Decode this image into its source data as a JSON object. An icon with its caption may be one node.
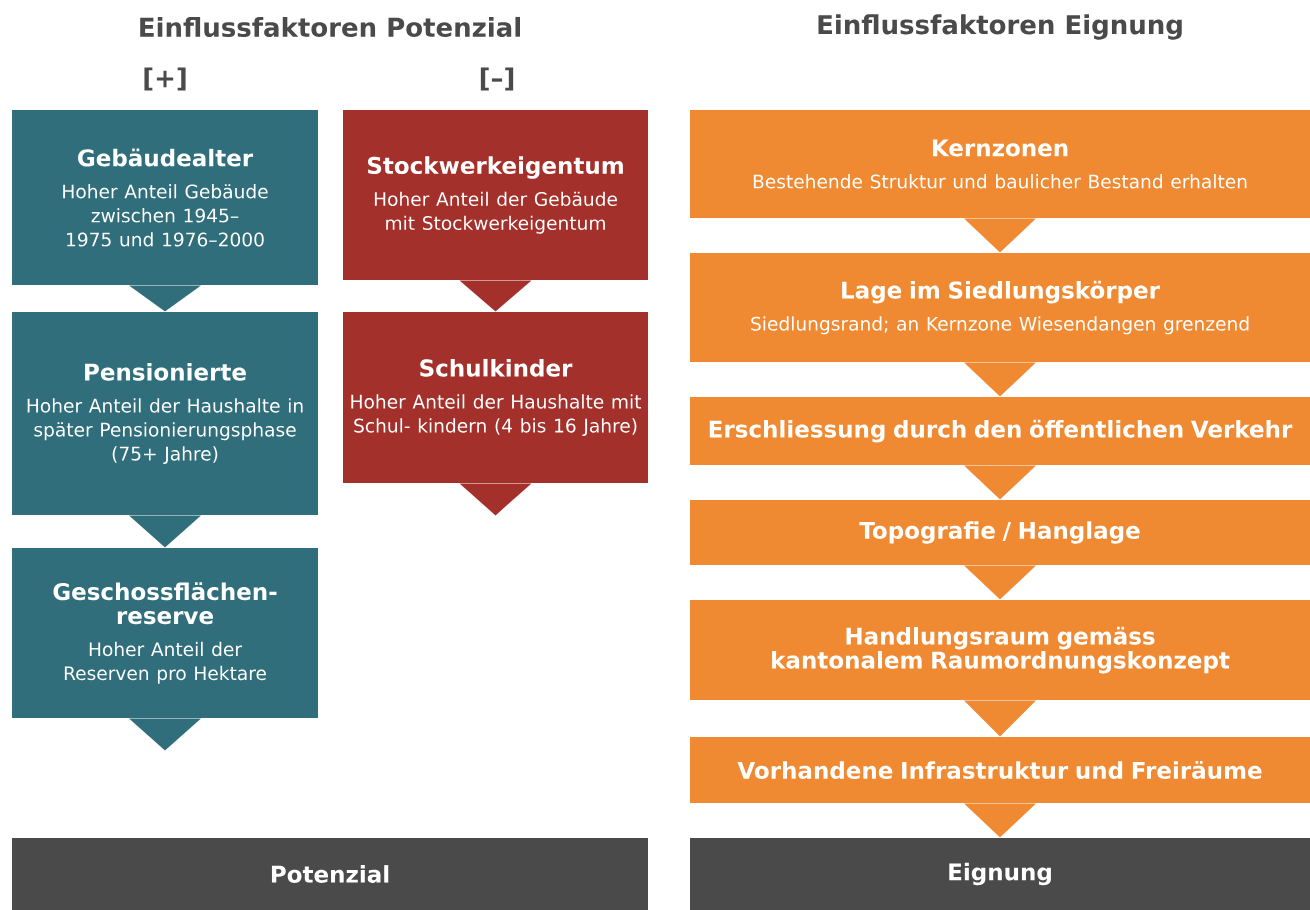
{
  "diagram": {
    "nodes": [
      {
        "text": [
          "Gebäudealter",
          "Hoher Anteil Gebäude zwischen 1945–1975 und 1976–2000"
        ]
      },
      {
        "text": [
          "Pensionierte",
          "Hoher Anteil der Haushalte in später Pensionierungsphase (75+ Jahre)"
        ]
      },
      {
        "text": [
          "Geschossflächen- reserve",
          "Hoher Anteil der Reserven pro Hektare"
        ]
      },
      {
        "text": [
          "Stockwerkeigentum",
          "Hoher Anteil der Gebäude mit Stockwerkeigentum"
        ]
      },
      {
        "text": [
          "Schulkinder",
          "Hoher Anteil der Haushalte mit Schul- kindern (4 bis 16 Jahre)"
        ]
      },
      {
        "text": [
          "Kernzonen",
          "Bestehende Struktur und baulicher Bestand erhalten"
        ]
      },
      {
        "text": [
          "Lage im Siedlungskörper",
          "Siedlungsrand; an Kernzone Wiesendangen grenzend"
        ]
      },
      {
        "text": [
          "Erschliessung durch den öffentlichen Verkehr"
        ]
      },
      {
        "text": [
          "Topografie / Hanglage"
        ]
      },
      {
        "text": [
          "Handlungsraum gemäss kantonalem Raumordnungskonzept"
        ]
      },
      {
        "text": [
          "Vorhandene Infrastruktur und Freiräume"
        ]
      },
      {
        "text": [
          "Potenzial"
        ]
      },
      {
        "text": [
          "Eignung"
        ]
      }
    ],
    "edges": [
      {
        "from": 0,
        "to": 1,
        "arrow": "to"
      },
      {
        "from": 1,
        "to": 2,
        "arrow": "to"
      },
      {
        "from": 2,
        "to": null,
        "arrow": "to"
      },
      {
        "from": 3,
        "to": 4,
        "arrow": "to"
      },
      {
        "from": 4,
        "to": null,
        "arrow": "to"
      },
      {
        "from": 5,
        "to": 6,
        "arrow": "to"
      },
      {
        "from": 6,
        "to": 7,
        "arrow": "to"
      },
      {
        "from": 7,
        "to": 8,
        "arrow": "to"
      },
      {
        "from": 8,
        "to": 9,
        "arrow": "to"
      },
      {
        "from": 9,
        "to": 10,
        "arrow": "to"
      },
      {
        "from": 10,
        "to": 12,
        "arrow": "to"
      }
    ],
    "labels": [
      "Einflussfaktoren Potenzial",
      "Einflussfaktoren Eignung",
      "[+]",
      "[–]"
    ]
  }
}
